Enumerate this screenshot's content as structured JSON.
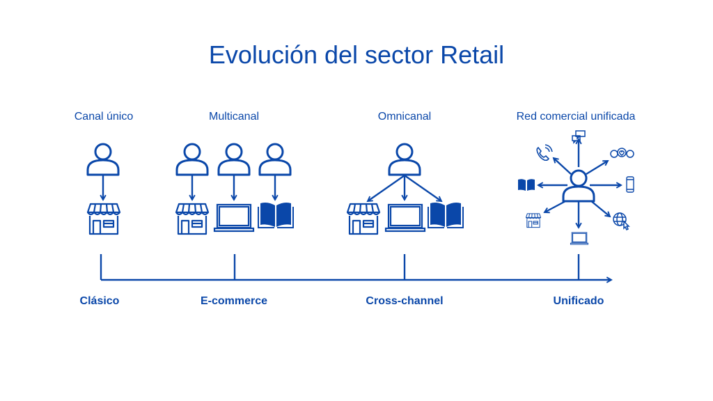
{
  "title": "Evolución del sector Retail",
  "colors": {
    "primary": "#0a47a9",
    "background": "#ffffff"
  },
  "stages": [
    {
      "label": "Canal único",
      "era": "Clásico"
    },
    {
      "label": "Multicanal",
      "era": "E-commerce"
    },
    {
      "label": "Omnicanal",
      "era": "Cross-channel"
    },
    {
      "label": "Red comercial unificada",
      "era": "Unificado"
    }
  ],
  "icons": [
    "person-icon",
    "store-icon",
    "laptop-icon",
    "book-icon",
    "phone-icon",
    "chat-icon",
    "social-icon",
    "mobile-icon",
    "globe-icon"
  ]
}
